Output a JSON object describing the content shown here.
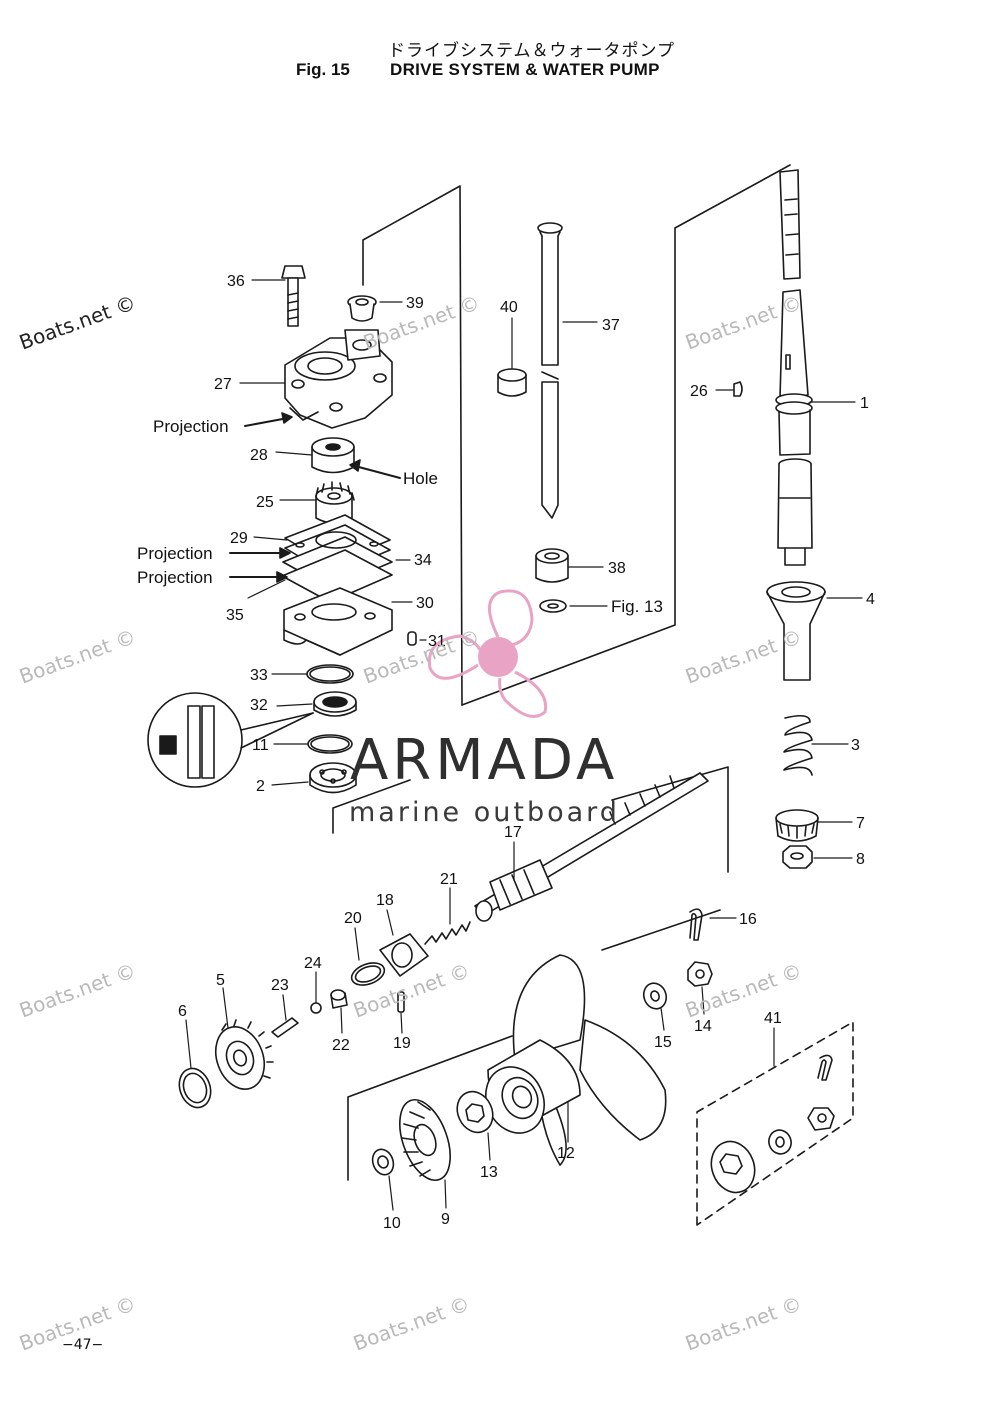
{
  "header": {
    "title_jp": "ドライブシステム＆ウォータポンプ",
    "fig_label": "Fig. 15",
    "title_en": "DRIVE SYSTEM & WATER PUMP"
  },
  "brand": {
    "name": "ARMADA",
    "tagline": "marine outboard"
  },
  "watermark_text": "Boats.net ©",
  "page_number": "−47−",
  "annotations": {
    "projection": "Projection",
    "hole": "Hole",
    "fig13_ref": "Fig. 13"
  },
  "part_labels": [
    "1",
    "2",
    "3",
    "4",
    "5",
    "6",
    "7",
    "8",
    "9",
    "10",
    "11",
    "12",
    "13",
    "14",
    "15",
    "16",
    "17",
    "18",
    "19",
    "20",
    "21",
    "22",
    "23",
    "24",
    "25",
    "26",
    "27",
    "28",
    "29",
    "30",
    "31",
    "32",
    "33",
    "34",
    "35",
    "36",
    "37",
    "38",
    "39",
    "40",
    "41"
  ],
  "colors": {
    "line": "#1a1a1a",
    "logo_pink": "#e9a3c4",
    "watermark": "#b9b9b9"
  }
}
